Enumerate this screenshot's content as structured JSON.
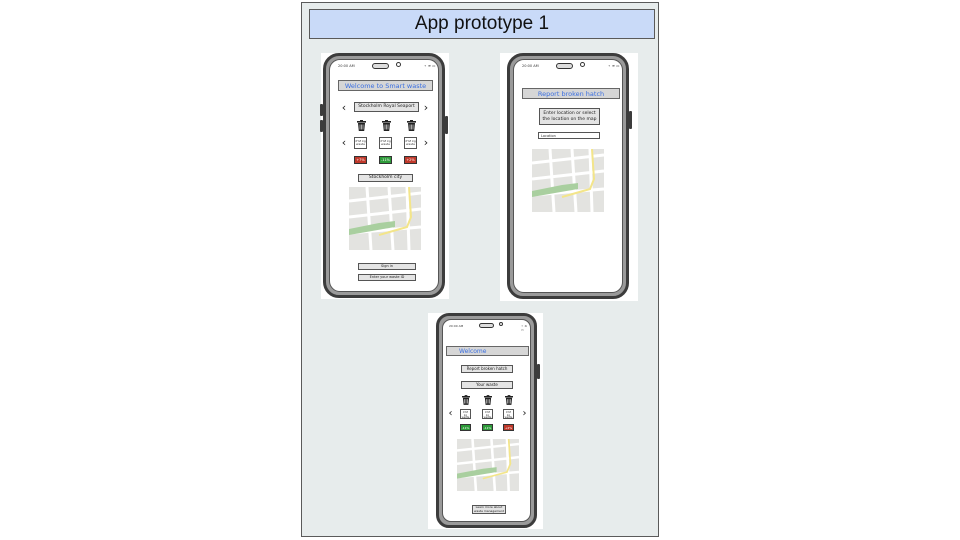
{
  "slide": {
    "title": "App prototype 1"
  },
  "phone1": {
    "status_time": "20:00 AM",
    "header": "Welcome to Smart waste",
    "location_selector": "Stockholm Royal Seaport",
    "waste_cards": [
      "XYZ kg waste",
      "XYZ kg waste",
      "XYZ kg waste"
    ],
    "percent_badges": [
      "+7%",
      "-11%",
      "+2%"
    ],
    "badge_colors": [
      "#c0392b",
      "#2e9b3a",
      "#c0392b"
    ],
    "city_label": "Stockholm city",
    "sign_in": "Sign in",
    "enter_id": "Enter your waste ID"
  },
  "phone2": {
    "status_time": "20:00 AM",
    "header": "Report broken hatch",
    "instruction": "Enter location or select the location on the map",
    "location_placeholder": "Location"
  },
  "phone3": {
    "status_time": "20:00 AM",
    "header": "Welcome",
    "report_button": "Report broken hatch",
    "your_waste": "Your waste",
    "waste_cards": [
      "XYZ kg waste",
      "XYZ kg waste",
      "XYZ kg waste"
    ],
    "percent_badges": [
      "-11%",
      "-11%",
      "+2%"
    ],
    "badge_colors": [
      "#2e9b3a",
      "#2e9b3a",
      "#c0392b"
    ],
    "learn_more": "Learn more about waste management"
  },
  "icons": {
    "bin": "trash-bin-icon",
    "left": "chevron-left-icon",
    "right": "chevron-right-icon",
    "battery": "battery-icon",
    "wifi": "wifi-icon"
  }
}
